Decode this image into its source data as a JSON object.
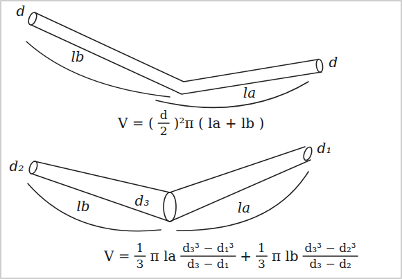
{
  "diagram": {
    "labels": [
      "d",
      "d",
      "lb",
      "la",
      "V = (",
      "d",
      "2",
      ")²π ( la + lb )",
      "d₂",
      "d₁",
      "d₃",
      "lb",
      "la",
      "V =",
      "1",
      "3",
      "π la",
      "d₃³ − d₁³",
      "d₃ − d₁",
      "+",
      "1",
      "3",
      "π lb",
      "d₃³ − d₂³",
      "d₃ − d₂"
    ]
  }
}
